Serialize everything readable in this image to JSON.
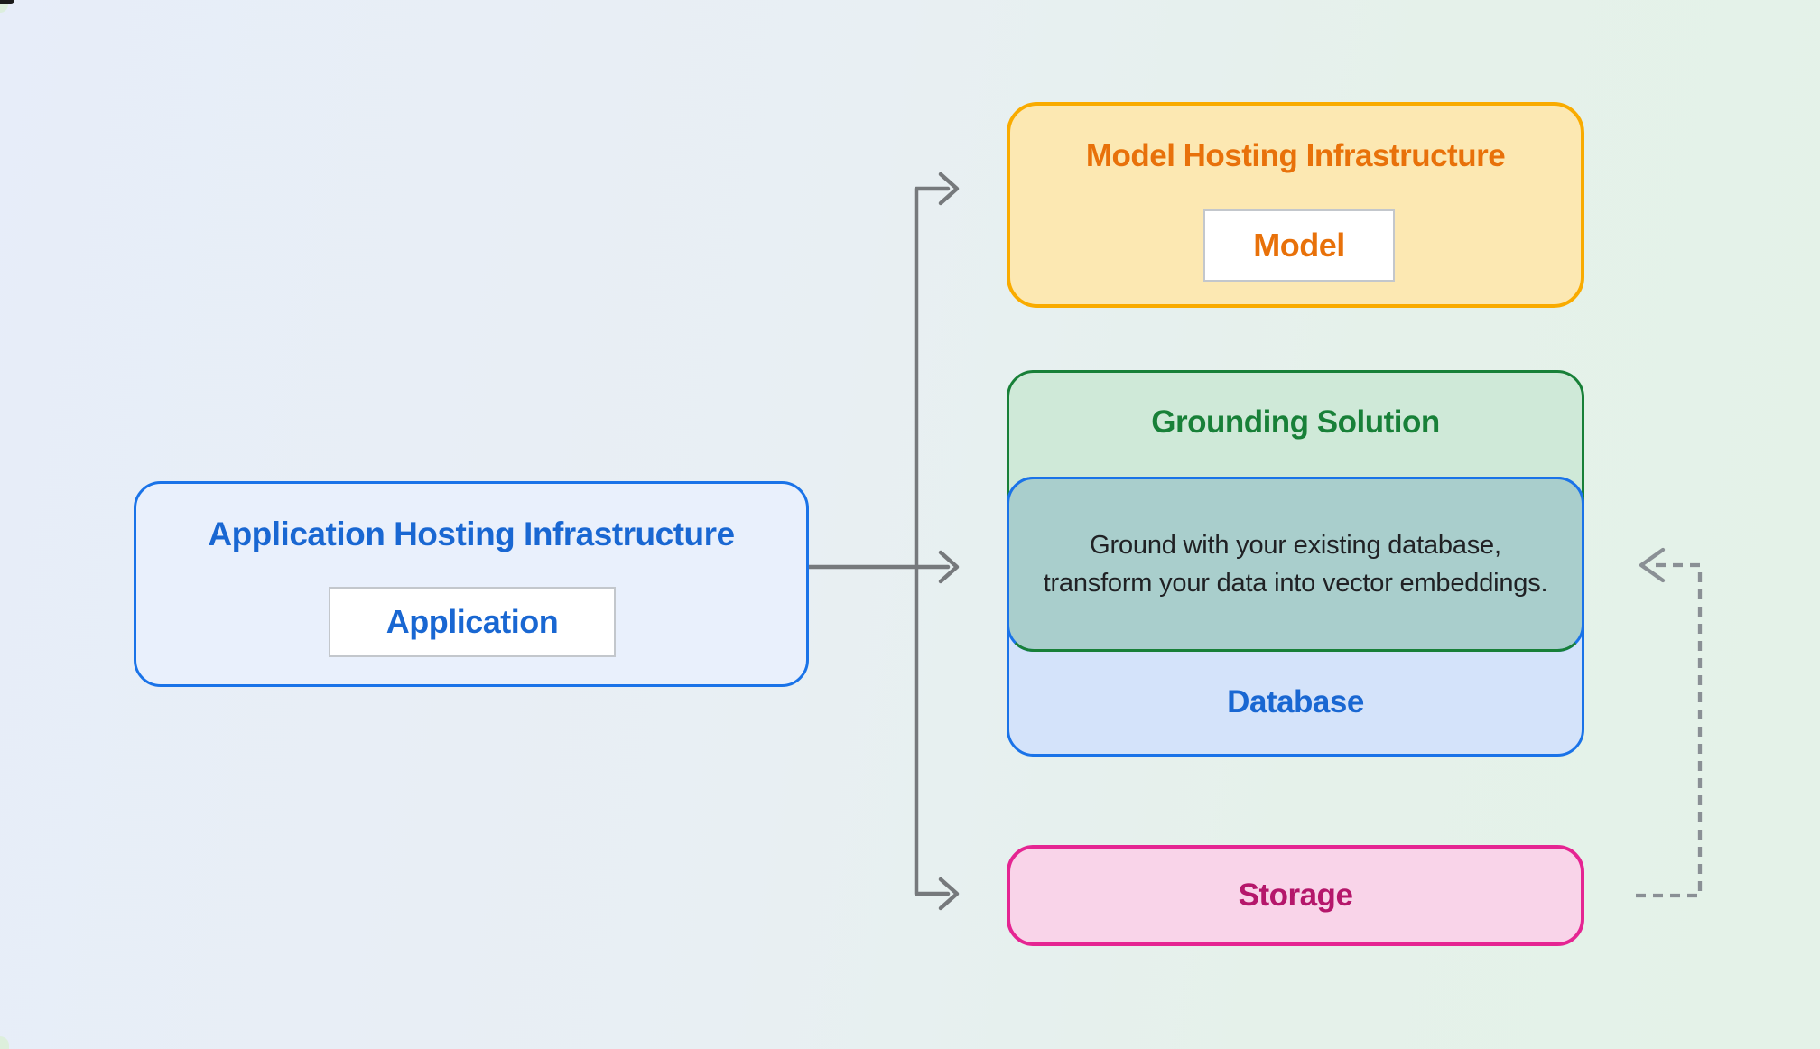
{
  "diagram": {
    "application": {
      "title": "Application Hosting Infrastructure",
      "chip_label": "Application"
    },
    "model": {
      "title": "Model Hosting Infrastructure",
      "chip_label": "Model"
    },
    "grounding": {
      "title": "Grounding Solution",
      "overlap_description": "Ground with your existing database, transform your data into vector embeddings.",
      "database_label": "Database"
    },
    "storage": {
      "label": "Storage"
    },
    "edges": [
      {
        "from": "application",
        "to": "model",
        "style": "solid-arrow"
      },
      {
        "from": "application",
        "to": "grounding",
        "style": "solid-arrow"
      },
      {
        "from": "application",
        "to": "storage",
        "style": "solid-arrow"
      },
      {
        "from": "storage",
        "to": "grounding",
        "style": "dashed-arrow"
      }
    ],
    "colors": {
      "background_left": "#E7EDF9",
      "background_right": "#E4F2E8",
      "application_fill": "#E9F0FC",
      "application_border": "#1A73E8",
      "application_text": "#1967D2",
      "model_fill": "#FCE8B2",
      "model_border": "#F9AB00",
      "model_text": "#E8710A",
      "grounding_fill": "#CFE9D8",
      "grounding_border": "#188038",
      "grounding_text": "#188038",
      "database_fill": "#D4E3FA",
      "database_border": "#1A73E8",
      "database_text": "#1967D2",
      "overlap_fill": "#A9CECC",
      "overlap_text": "#202124",
      "storage_fill": "#F9D4E9",
      "storage_border": "#E52592",
      "storage_text": "#B5176B",
      "solid_connector": "#76797C",
      "dashed_connector": "#8A9095"
    }
  }
}
